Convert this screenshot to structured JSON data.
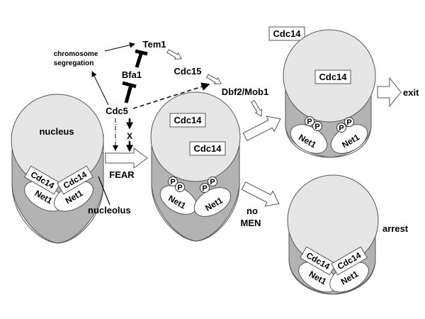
{
  "diagram": {
    "regulators": {
      "tem1": "Tem1",
      "bfa1": "Bfa1",
      "cdc5": "Cdc5",
      "cdc15": "Cdc15",
      "dbf2_mob1": "Dbf2/Mob1",
      "chromosome_segregation_line1": "chromosome",
      "chromosome_segregation_line2": "segregation",
      "x_mark": "X"
    },
    "pathway_labels": {
      "fear": "FEAR",
      "no_men_line1": "no",
      "no_men_line2": "MEN",
      "exit": "exit",
      "arrest": "arrest"
    },
    "cell1": {
      "nucleus": "nucleus",
      "nucleolus": "nucleolus",
      "cdc14_left": "Cdc14",
      "cdc14_right": "Cdc14",
      "net1_left": "Net1",
      "net1_right": "Net1"
    },
    "cell2": {
      "cdc14_top": "Cdc14",
      "cdc14_bottom": "Cdc14",
      "net1_left": "Net1",
      "net1_right": "Net1",
      "phospho": "P"
    },
    "cell3": {
      "cdc14_outside": "Cdc14",
      "cdc14_inside": "Cdc14",
      "net1_left": "Net1",
      "net1_right": "Net1",
      "phospho": "P"
    },
    "cell4": {
      "cdc14_left": "Cdc14",
      "cdc14_right": "Cdc14",
      "net1_left": "Net1",
      "net1_right": "Net1"
    }
  }
}
